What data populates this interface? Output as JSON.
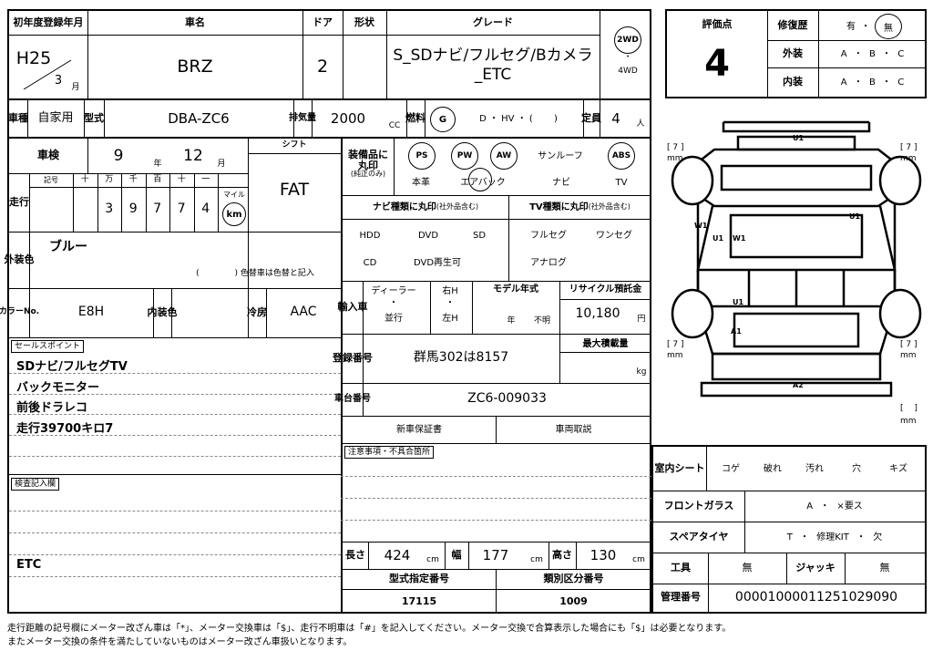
{
  "header": {
    "first_reg_label": "初年度登録年月",
    "first_reg_era_year": "H25",
    "first_reg_month": "3",
    "month_unit": "月",
    "car_name_label": "車名",
    "car_name": "BRZ",
    "doors_label": "ドア",
    "doors": "2",
    "shape_label": "形状",
    "grade_label": "グレード",
    "grade_line1": "S_SDナビ/フルセグ/Bカメラ",
    "grade_line2": "_ETC",
    "drive_2wd": "2WD",
    "drive_4wd": "4WD",
    "drive_dot": "・"
  },
  "score": {
    "label": "評価点",
    "value": "4",
    "repair_label": "修復歴",
    "repair_yes": "有",
    "repair_dot": "・",
    "repair_no": "無",
    "exterior_label": "外装",
    "exterior_grades": "A ・ B ・ C",
    "interior_label": "内装",
    "interior_grades": "A ・ B ・ C"
  },
  "row2": {
    "use_label": "車種",
    "use": "自家用",
    "model_label": "型式",
    "model": "DBA-ZC6",
    "displacement_label": "排気量",
    "displacement": "2000",
    "cc": "CC",
    "fuel_label": "燃料",
    "fuel_g": "G",
    "fuel_rest": "D ・ HV ・ (　　 )",
    "capacity_label": "定員",
    "capacity": "4",
    "person_unit": "人"
  },
  "inspection": {
    "label": "車検",
    "year": "9",
    "year_unit": "年",
    "month": "12",
    "month_unit": "月",
    "shift_label": "シフト",
    "shift": "FAT",
    "mileage_label": "走行",
    "symbol_label": "記号",
    "digit_headers": [
      "十",
      "万",
      "千",
      "百",
      "十",
      "一"
    ],
    "digits": [
      "",
      "3",
      "9",
      "7",
      "7",
      "4"
    ],
    "mile": "マイル",
    "km": "km"
  },
  "color": {
    "label": "外装色",
    "value": "ブルー",
    "change_note": "(　　　　 ) 色替車は色替と記入",
    "code_label": "カラーNo.",
    "code": "E8H",
    "interior_color_label": "内装色",
    "ac_label": "冷房",
    "ac": "AAC"
  },
  "equipment": {
    "label": "装備品に丸印",
    "sub": "(純正のみ)",
    "items_top": [
      "PS",
      "PW",
      "AW",
      "サンルーフ",
      "ABS"
    ],
    "items_bottom": [
      "本革",
      "エアバック",
      "ナビ",
      "TV"
    ],
    "navi_label": "ナビ種類に丸印",
    "navi_sub": "(社外品含む)",
    "navi_items": [
      "HDD",
      "DVD",
      "SD",
      "CD",
      "DVD再生可"
    ],
    "tv_label": "TV種類に丸印",
    "tv_sub": "(社外品含む)",
    "tv_items": [
      "フルセグ",
      "ワンセグ",
      "アナログ"
    ]
  },
  "import": {
    "label": "輸入車",
    "dealer": "ディーラー",
    "dot": "・",
    "parallel": "並行",
    "right": "右H",
    "left": "左H",
    "model_year_label": "モデル年式",
    "model_year_year": "年",
    "model_year_unknown": "不明",
    "recycle_label": "リサイクル預託金",
    "recycle": "10,180",
    "yen": "円"
  },
  "registration": {
    "plate_label": "登録番号",
    "plate": "群馬302は8157",
    "max_load_label": "最大積載量",
    "kg": "kg",
    "chassis_label": "車台番号",
    "chassis": "ZC6-009033",
    "warranty": "新車保証書",
    "manual": "車両取説",
    "notes_label": "注意事項・不具合箇所"
  },
  "sales": {
    "label": "セールスポイント",
    "lines": [
      "SDナビ/フルセグTV",
      "バックモニター",
      "前後ドラレコ",
      "走行39700キロ7"
    ],
    "inspection_label": "検査記入欄",
    "inspection_line": "ETC"
  },
  "dimensions": {
    "length_label": "長さ",
    "length": "424",
    "width_label": "幅",
    "width": "177",
    "height_label": "高さ",
    "height": "130",
    "cm": "cm",
    "type_designation_label": "型式指定番号",
    "type_designation": "17115",
    "category_label": "類別区分番号",
    "category": "1009"
  },
  "interior": {
    "seat_label": "室内シート",
    "seat_items": [
      "コゲ",
      "破れ",
      "汚れ",
      "穴",
      "キズ"
    ],
    "windshield_label": "フロントガラス",
    "windshield_value": "A ・ ×要ス",
    "spare_label": "スペアタイヤ",
    "spare_value": "T ・ 修理KIT ・ 欠",
    "tools_label": "工具",
    "tools": "無",
    "jack_label": "ジャッキ",
    "jack": "無",
    "mgmt_label": "管理番号",
    "mgmt": "00001000011251029090"
  },
  "diagram": {
    "u1": "U1",
    "w1": "W1",
    "a1": "A1",
    "a2": "A2",
    "paren_pair": "[ 7 ]",
    "paren_empty": "[　 ]",
    "mm": "mm"
  },
  "footer": {
    "line1": "走行距離の記号欄にメーター改ざん車は「*」、メーター交換車は「$」、走行不明車は「#」を記入してください。メーター交換で合算表示した場合にも「$」は必要となります。",
    "line2": "またメーター交換の条件を満たしていないものはメーター改ざん車扱いとなります。"
  }
}
